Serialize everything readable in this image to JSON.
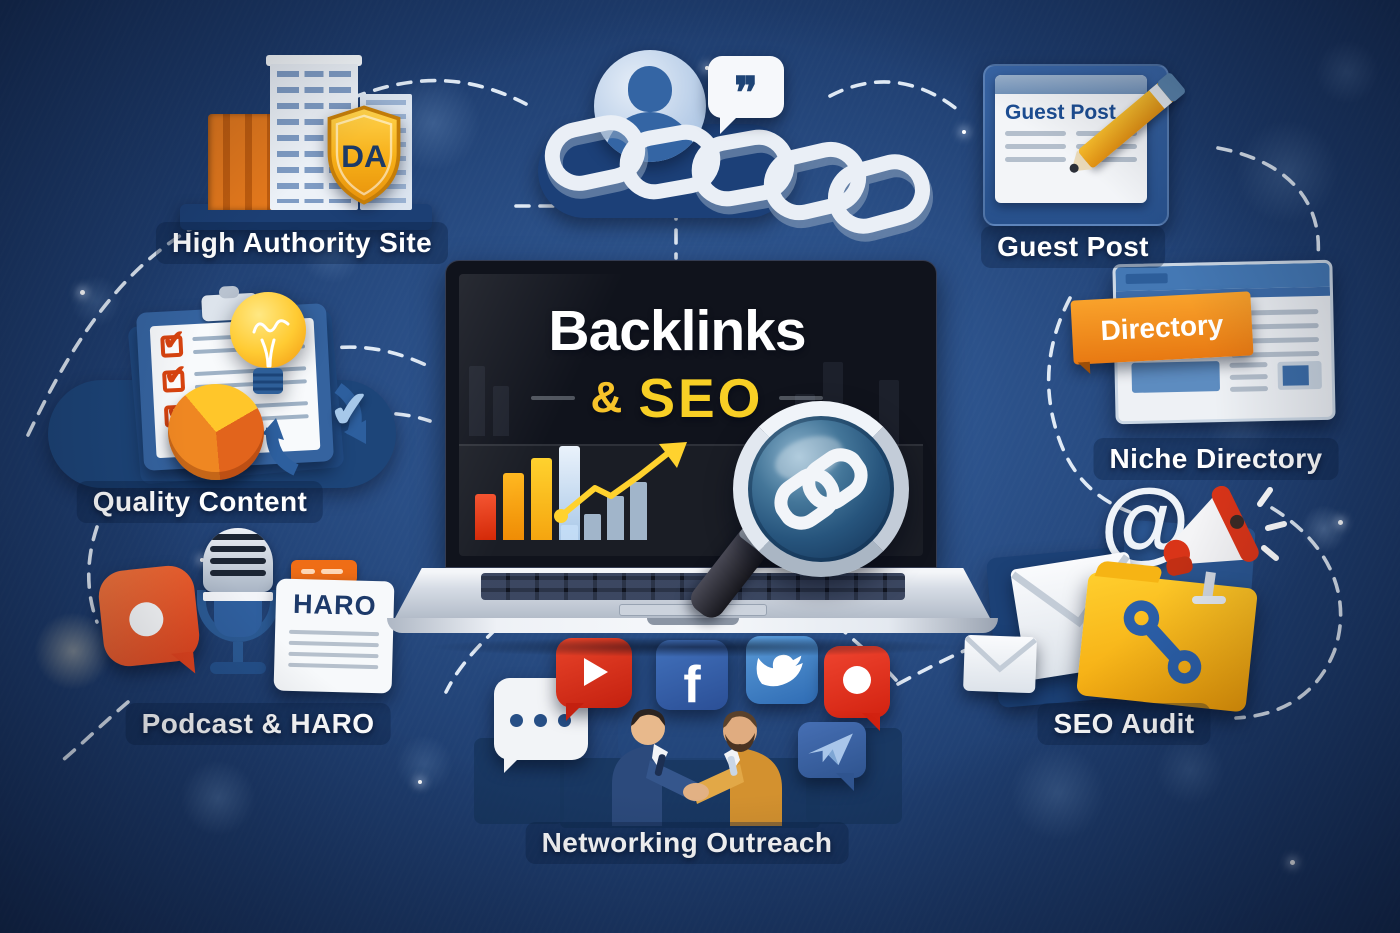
{
  "scene": {
    "title": {
      "backlinks": "Backlinks",
      "amp": "&",
      "seo": "SEO"
    }
  },
  "labels": {
    "high_authority": "High Authority Site",
    "guest_post": "Guest Post",
    "niche_directory": "Niche Directory",
    "quality_content": "Quality Content",
    "podcast_haro": "Podcast & HARO",
    "networking": "Networking Outreach",
    "seo_audit": "SEO Audit"
  },
  "badges": {
    "da": "DA"
  },
  "docs": {
    "guest_post_title": "Guest Post",
    "haro_title": "HARO"
  },
  "ribbons": {
    "directory": "Directory"
  },
  "glyphs": {
    "quote": "❞",
    "at": "@",
    "facebook": "f",
    "check": "✔"
  },
  "colors": {
    "background_deep": "#0f2043",
    "background_mid": "#1b3766",
    "accent_yellow": "#f8cf25",
    "accent_orange": "#ef8722",
    "accent_red": "#d8430f",
    "link_white": "#eef3f9",
    "label_white": "#ffffff"
  },
  "laptop_chart": {
    "type": "bar",
    "note": "decorative screen graphic, no axis labels",
    "series": [
      {
        "name": "colored-bars-relative-heights",
        "values": [
          46,
          67,
          82,
          94
        ]
      },
      {
        "name": "pale-bars-relative-heights",
        "values": [
          15,
          26,
          44,
          58
        ]
      }
    ],
    "trend": "rising line with arrow"
  }
}
